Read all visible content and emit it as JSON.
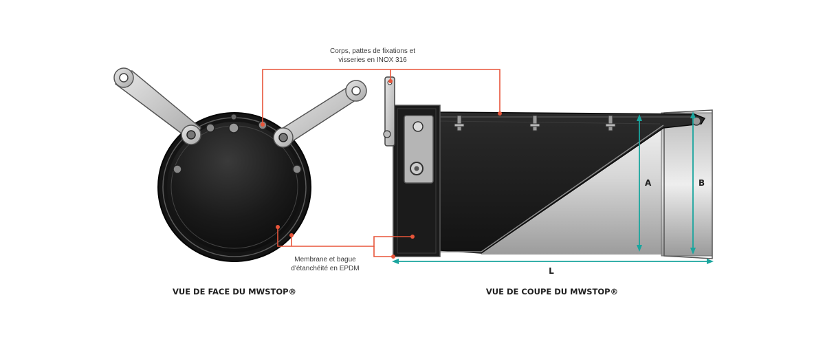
{
  "annotations": {
    "top_line1": "Corps, pattes de fixations et",
    "top_line2": "visseries en INOX 316",
    "bottom_line1": "Membrane et bague",
    "bottom_line2": "d'étanchéité en EPDM"
  },
  "dimensions": {
    "a": "A",
    "b": "B",
    "l": "L"
  },
  "captions": {
    "front_view": "VUE DE FACE DU MWSTOP®",
    "section_view": "VUE DE COUPE DU MWSTOP®"
  },
  "colors": {
    "leader": "#e8553a",
    "dimension": "#1aa59e",
    "body_dark": "#1e1e1e",
    "steel": "#c9c9c9"
  }
}
